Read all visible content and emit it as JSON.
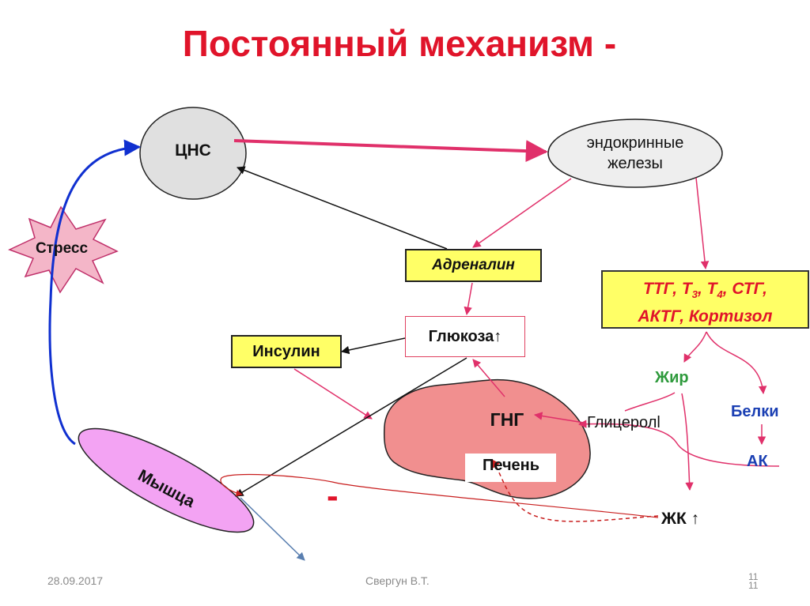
{
  "title": "Постоянный механизм -",
  "nodes": {
    "cns": "ЦНС",
    "endocrine_line1": "эндокринные",
    "endocrine_line2": "железы",
    "stress": "Стресс",
    "adrenaline": "Адреналин",
    "hormones_line1_a": "ТТГ, Т",
    "hormones_sub3": "3",
    "hormones_line1_b": ", Т",
    "hormones_sub4": "4",
    "hormones_line1_c": ", СТГ,",
    "hormones_line2": "АКТГ, Кортизол",
    "glucose": "Глюкоза↑",
    "insulin": "Инсулин",
    "fat": "Жир",
    "proteins": "Белки",
    "gng": "ГНГ",
    "liver": "Печень",
    "glycerol": "Глицеролl",
    "ak": "АК",
    "muscle": "Мышца",
    "fa": "ЖК ↑",
    "minus": "-"
  },
  "footer": {
    "date": "28.09.2017",
    "author": "Свергун В.Т.",
    "page": "11",
    "page_repeat": "11"
  },
  "colors": {
    "title": "#e0142a",
    "cns_fill": "#e0e0e0",
    "endocrine_fill": "#eeeeee",
    "stress_fill": "#f4b6c8",
    "label_box": "#ffff66",
    "liver_fill": "#f18f8f",
    "muscle_fill": "#f3a3f3",
    "arrow_pink": "#e0306a",
    "arrow_blue": "#1030d0",
    "fat_green": "#2e9a3c",
    "protein_blue": "#1a3fb3"
  }
}
